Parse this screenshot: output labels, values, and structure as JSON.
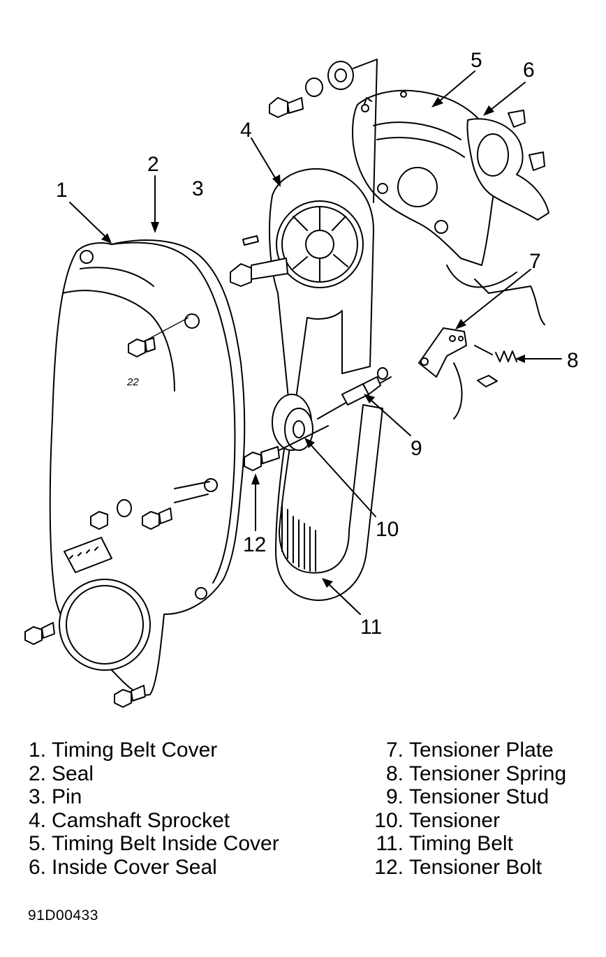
{
  "callouts": [
    {
      "id": "1",
      "label": "1"
    },
    {
      "id": "2",
      "label": "2"
    },
    {
      "id": "3",
      "label": "3"
    },
    {
      "id": "4",
      "label": "4"
    },
    {
      "id": "5",
      "label": "5"
    },
    {
      "id": "6",
      "label": "6"
    },
    {
      "id": "7",
      "label": "7"
    },
    {
      "id": "8",
      "label": "8"
    },
    {
      "id": "9",
      "label": "9"
    },
    {
      "id": "10",
      "label": "10"
    },
    {
      "id": "11",
      "label": "11"
    },
    {
      "id": "12",
      "label": "12"
    }
  ],
  "cover_mark": "22",
  "legend": {
    "left": [
      {
        "num": "1.",
        "text": "Timing Belt Cover"
      },
      {
        "num": "2.",
        "text": "Seal"
      },
      {
        "num": "3.",
        "text": "Pin"
      },
      {
        "num": "4.",
        "text": "Camshaft Sprocket"
      },
      {
        "num": "5.",
        "text": "Timing Belt Inside Cover"
      },
      {
        "num": "6.",
        "text": "Inside Cover Seal"
      }
    ],
    "right": [
      {
        "num": "7.",
        "text": "Tensioner Plate"
      },
      {
        "num": "8.",
        "text": "Tensioner Spring"
      },
      {
        "num": "9.",
        "text": "Tensioner Stud"
      },
      {
        "num": "10.",
        "text": "Tensioner"
      },
      {
        "num": "11.",
        "text": "Timing Belt"
      },
      {
        "num": "12.",
        "text": "Tensioner Bolt"
      }
    ]
  },
  "figure_id": "91D00433"
}
